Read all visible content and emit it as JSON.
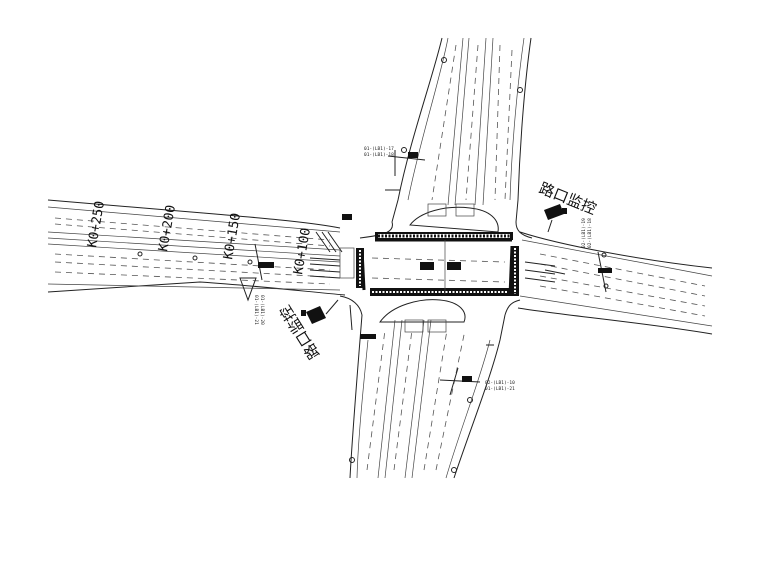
{
  "labels": {
    "camera_ne": "路口监控",
    "camera_sw": "路口监控"
  },
  "stations": [
    "K0+250",
    "K0+200",
    "K0+150",
    "K0+100"
  ],
  "pole_codes": {
    "nw_top": "01-(LB1)-17",
    "nw_bottom": "01-(LB1)-18",
    "west_a": "01-(LB1)-21",
    "west_b": "01-(LB1)-20",
    "ne_a": "02-(LB1)-19",
    "ne_b": "02-(LB1)-18",
    "south_a": "02-(LB1)-10",
    "south_b": "01-(LB1)-21"
  },
  "colors": {
    "line": "#222222",
    "background": "#ffffff"
  }
}
